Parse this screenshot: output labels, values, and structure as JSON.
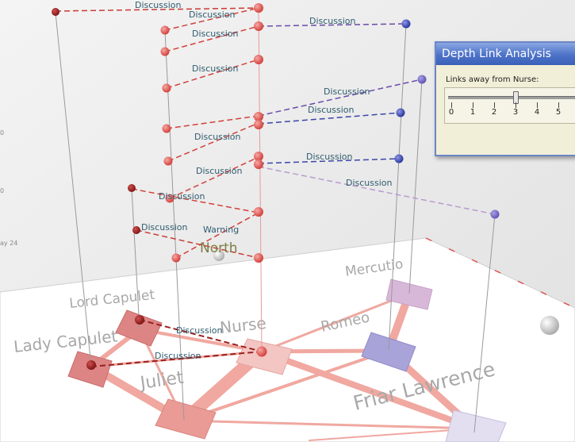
{
  "links": {
    "label_discussion": "Discussion",
    "label_warning": "Warning"
  },
  "compass": {
    "label": "North"
  },
  "characters": {
    "mercutio": "Mercutio",
    "lord_capulet": "Lord Capulet",
    "romeo": "Romeo",
    "lady_capulet": "Lady Capulet",
    "nurse": "Nurse",
    "juliet": "Juliet",
    "friar_lawrence": "Friar Lawrence"
  },
  "side_ticks": [
    "ay 24",
    "0",
    "0"
  ],
  "panel": {
    "title": "Depth Link Analysis",
    "slider_label": "Links away from Nurse:",
    "ticks": [
      "0",
      "1",
      "2",
      "3",
      "4",
      "5"
    ],
    "value": 3
  },
  "colors": {
    "discussion_red": "#d2423b",
    "discussion_blue": "#3a46a8",
    "node_red": "#e07070",
    "node_blue": "#a39ad0",
    "panel_title": "#4d72c8"
  }
}
